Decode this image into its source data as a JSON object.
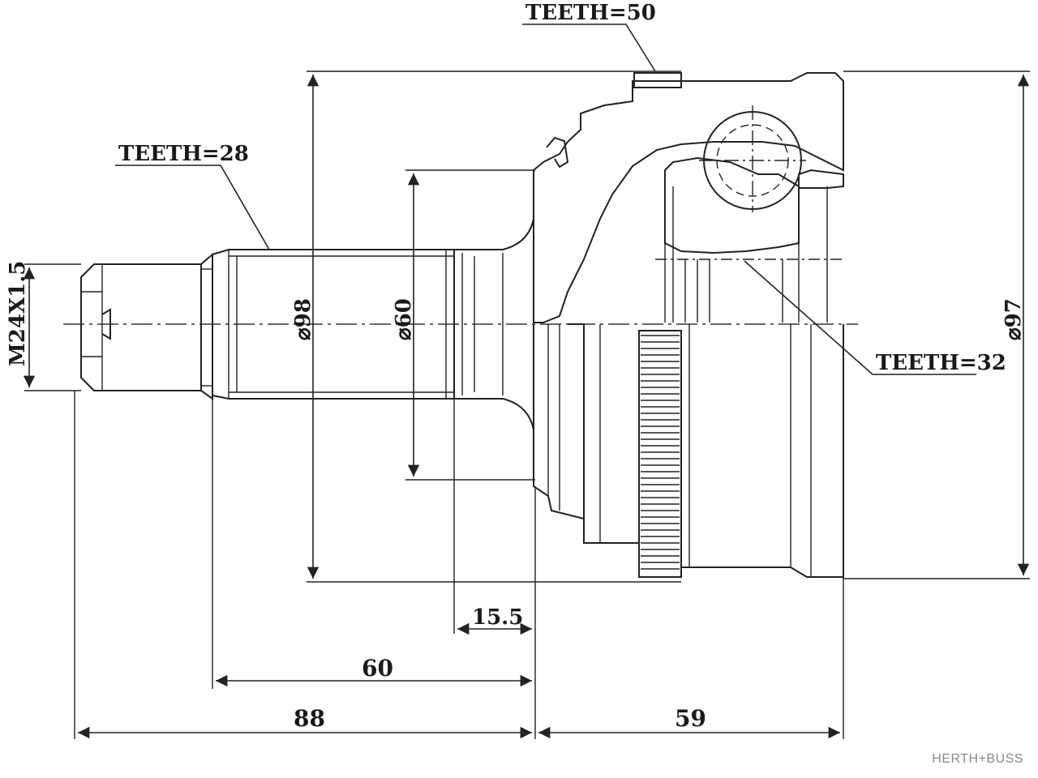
{
  "labels": {
    "teeth_top": "TEETH=50",
    "teeth_left": "TEETH=28",
    "teeth_right": "TEETH=32",
    "thread": "M24X1.5",
    "dia_98": "⌀98",
    "dia_60": "⌀60",
    "dia_97": "⌀97",
    "dim_15_5": "15.5",
    "dim_60": "60",
    "dim_88": "88",
    "dim_59": "59"
  },
  "brand": {
    "logo_text": "HERTH+BUSS"
  }
}
